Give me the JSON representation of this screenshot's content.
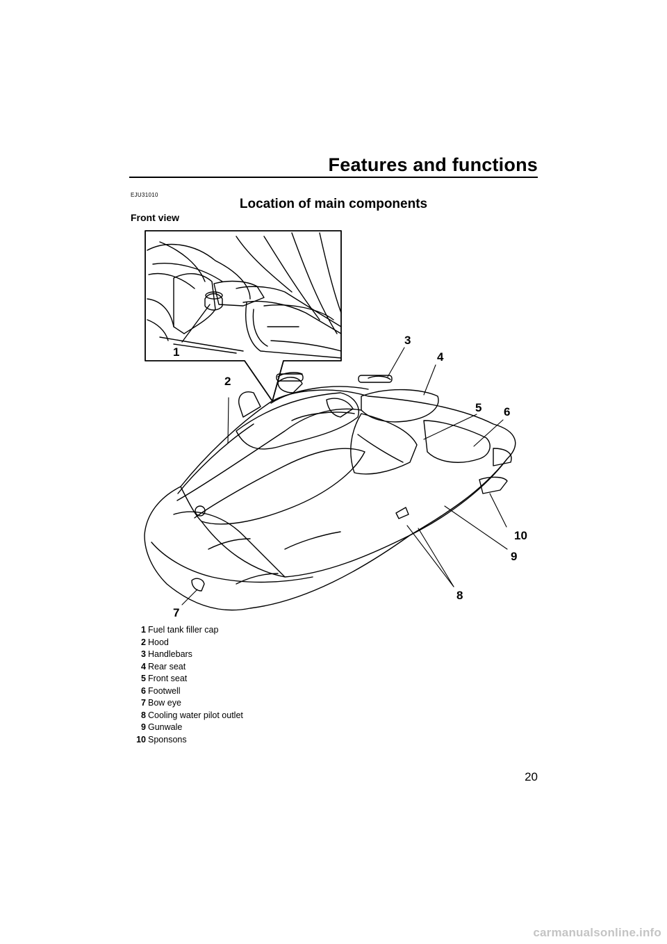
{
  "header": {
    "title": "Features and functions"
  },
  "section": {
    "code": "EJU31010",
    "title": "Location of main components"
  },
  "subheading": "Front view",
  "figure": {
    "callouts": [
      "1",
      "2",
      "3",
      "4",
      "5",
      "6",
      "7",
      "8",
      "9",
      "10"
    ]
  },
  "legend": [
    {
      "num": "1",
      "label": "Fuel tank filler cap"
    },
    {
      "num": "2",
      "label": "Hood"
    },
    {
      "num": "3",
      "label": "Handlebars"
    },
    {
      "num": "4",
      "label": "Rear seat"
    },
    {
      "num": "5",
      "label": "Front seat"
    },
    {
      "num": "6",
      "label": "Footwell"
    },
    {
      "num": "7",
      "label": "Bow eye"
    },
    {
      "num": "8",
      "label": "Cooling water pilot outlet"
    },
    {
      "num": "9",
      "label": "Gunwale"
    },
    {
      "num": "10",
      "label": "Sponsons"
    }
  ],
  "page_number": "20",
  "watermark": "carmanualsonline.info"
}
